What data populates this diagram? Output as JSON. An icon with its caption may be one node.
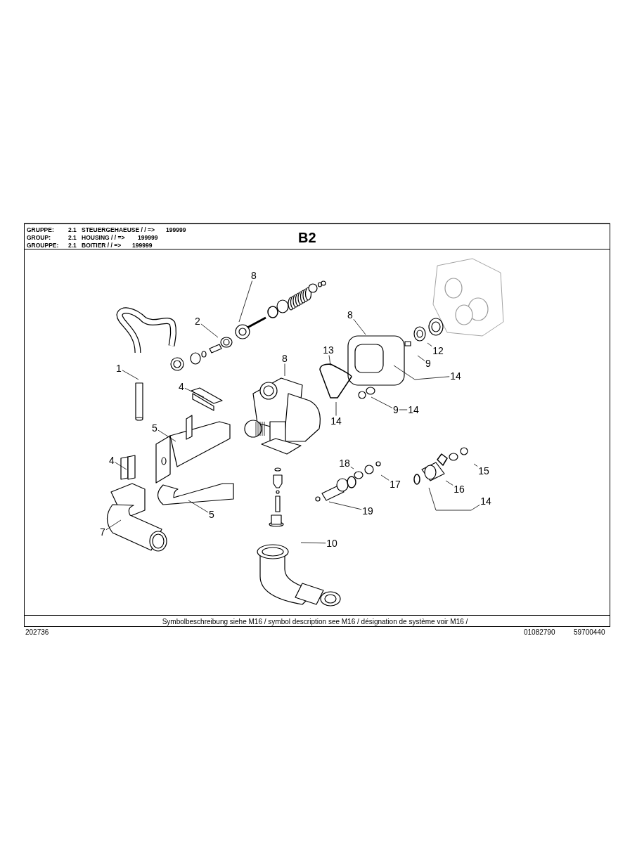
{
  "diagram": {
    "title": "B2",
    "caption": "Symbolbeschreibung siehe M16 / symbol description see M16 / désignation de système voir M16 /",
    "nodes": [
      {
        "text": [
          "8"
        ]
      },
      {
        "text": [
          "8"
        ]
      },
      {
        "text": [
          "2"
        ]
      },
      {
        "text": [
          "12"
        ]
      },
      {
        "text": [
          "13"
        ]
      },
      {
        "text": [
          "8"
        ]
      },
      {
        "text": [
          "1"
        ]
      },
      {
        "text": [
          "9"
        ]
      },
      {
        "text": [
          "14"
        ]
      },
      {
        "text": [
          "4"
        ]
      },
      {
        "text": [
          "9"
        ]
      },
      {
        "text": [
          "14"
        ]
      },
      {
        "text": [
          "14"
        ]
      },
      {
        "text": [
          "5"
        ]
      },
      {
        "text": [
          "4"
        ]
      },
      {
        "text": [
          "18"
        ]
      },
      {
        "text": [
          "15"
        ]
      },
      {
        "text": [
          "17"
        ]
      },
      {
        "text": [
          "16"
        ]
      },
      {
        "text": [
          "5"
        ]
      },
      {
        "text": [
          "14"
        ]
      },
      {
        "text": [
          "19"
        ]
      },
      {
        "text": [
          "7"
        ]
      },
      {
        "text": [
          "10"
        ]
      }
    ],
    "edges": [
      {
        "from": 0,
        "to": null,
        "arrow": "none"
      },
      {
        "from": 1,
        "to": null,
        "arrow": "none"
      },
      {
        "from": 2,
        "to": null,
        "arrow": "none"
      },
      {
        "from": 3,
        "to": null,
        "arrow": "none"
      },
      {
        "from": 4,
        "to": null,
        "arrow": "none"
      },
      {
        "from": 5,
        "to": null,
        "arrow": "none"
      },
      {
        "from": 6,
        "to": null,
        "arrow": "none"
      },
      {
        "from": 7,
        "to": null,
        "arrow": "none"
      },
      {
        "from": 8,
        "to": null,
        "arrow": "none"
      },
      {
        "from": 9,
        "to": null,
        "arrow": "none"
      },
      {
        "from": 10,
        "to": null,
        "arrow": "none"
      },
      {
        "from": 10,
        "to": 11,
        "arrow": "none"
      },
      {
        "from": 12,
        "to": null,
        "arrow": "none"
      },
      {
        "from": 13,
        "to": null,
        "arrow": "none"
      },
      {
        "from": 14,
        "to": null,
        "arrow": "none"
      },
      {
        "from": 15,
        "to": null,
        "arrow": "none"
      },
      {
        "from": 16,
        "to": null,
        "arrow": "none"
      },
      {
        "from": 17,
        "to": null,
        "arrow": "none"
      },
      {
        "from": 18,
        "to": null,
        "arrow": "none"
      },
      {
        "from": 19,
        "to": null,
        "arrow": "none"
      },
      {
        "from": 20,
        "to": null,
        "arrow": "none"
      },
      {
        "from": 21,
        "to": null,
        "arrow": "none"
      },
      {
        "from": 22,
        "to": null,
        "arrow": "none"
      },
      {
        "from": 23,
        "to": null,
        "arrow": "none"
      }
    ],
    "labels": [
      "GRUPPE:",
      "2.1",
      "STEUERGEHAEUSE / / =>",
      "199999",
      "GROUP:",
      "2.1",
      "HOUSING / / =>",
      "199999",
      "GROUPPE:",
      "2.1",
      "BOITIER / / =>",
      "199999",
      "202736",
      "01082790",
      "59700440"
    ]
  }
}
